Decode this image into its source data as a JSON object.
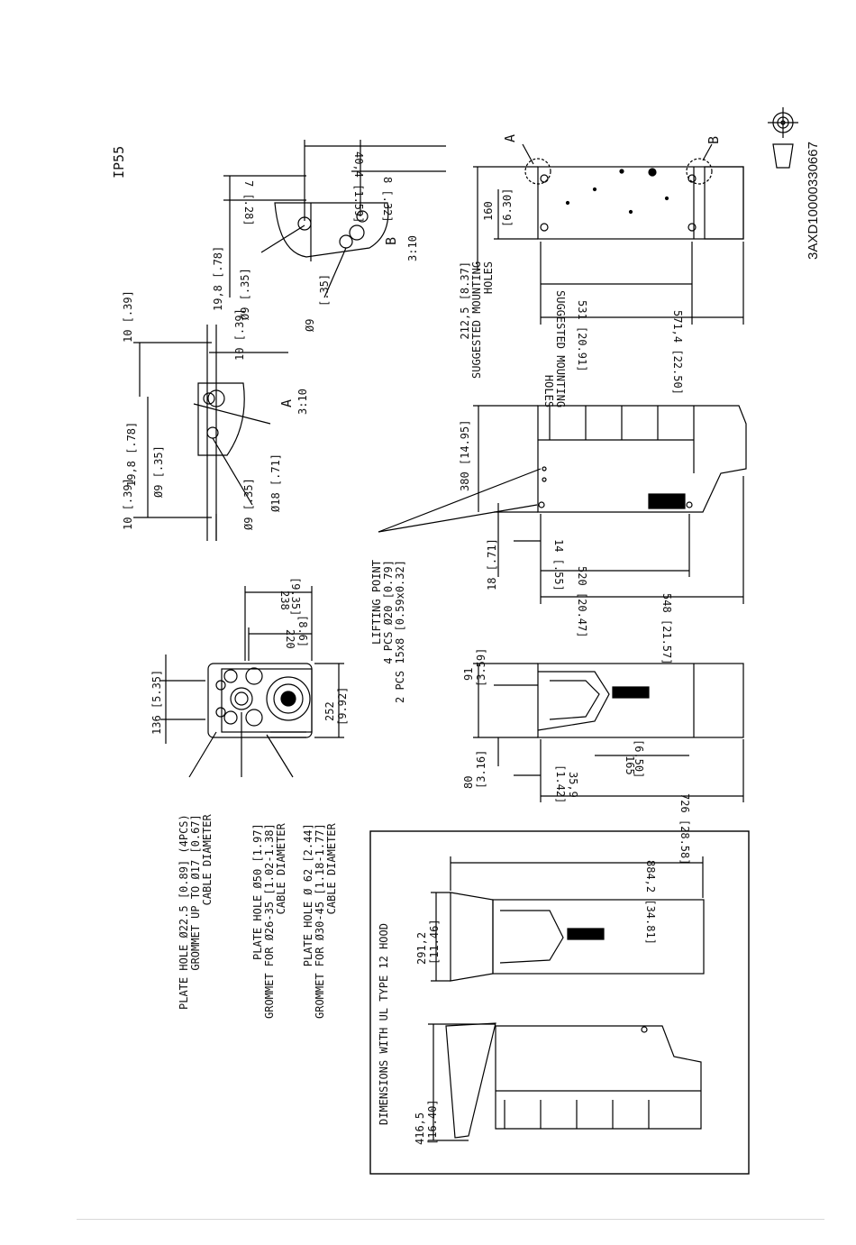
{
  "protection": "IP55",
  "doc_id": "3AXD10000330667",
  "detail_a": {
    "letter": "A",
    "scale": "3:10"
  },
  "detail_b": {
    "letter": "B",
    "scale": "3:10"
  },
  "dims": {
    "d136": "136 [5.35]",
    "d252": "252",
    "d252in": "[9.92]",
    "d220": "220",
    "d220in": "[8.6]",
    "d238": "238",
    "d238in": "[9.35]",
    "a10a": "10 [.39]",
    "a10b": "10 [.39]",
    "a10c": "10 [.39]",
    "a198": "19,8 [.78]",
    "a9a": "Ø9 [.35]",
    "a9b": "Ø9 [.35]",
    "a18": "Ø18 [.71]",
    "b198": "19,8 [.78]",
    "b9a": "Ø9 [.35]",
    "b9b": "Ø9",
    "b9bin": "[.35]",
    "b7": "7 [.28]",
    "b8": "8 [.32]",
    "b404": "40,4 [1.59]",
    "s91": "91",
    "s91in": "[3.59]",
    "s80": "80",
    "s80in": "[3.16]",
    "s359": "35,9",
    "s359in": "[1.42]",
    "s165": "165",
    "s165in": "[6.50]",
    "s726": "726 [28.58]",
    "m18": "18 [.71]",
    "m380": "380 [14.95]",
    "m14": "14 [.55]",
    "m520": "520 [20.47]",
    "m548": "548 [21.57]",
    "t2125": "212,5 [8.37]",
    "t160": "160",
    "t160in": "[6.30]",
    "t531": "531 [20.91]",
    "t5714": "571,4 [22.50]",
    "h2912": "291,2",
    "h2912in": "[11.46]",
    "h8842": "884,2 [34.81]",
    "h4165": "416,5",
    "h4165in": "[16.40]"
  },
  "notes": {
    "plate1": "PLATE HOLE Ø22.5 [0.89] (4PCS)\nGROMMET UP TO Ø17 [0.67]\nCABLE DIAMETER",
    "plate2": "PLATE HOLE Ø50 [1.97]\nGROMMET FOR Ø26-35 [1.02-1.38]\nCABLE DIAMETER",
    "plate3": "PLATE HOLE Ø 62 [2.44]\nGROMMET FOR Ø30-45 [1.18-1.77]\nCABLE DIAMETER",
    "lifting": "LIFTING POINT\n4 PCS Ø20 [0.79]\n2 PCS 15x8 [0.59x0.32]",
    "mounting_rot": "212,5 [8.37]\nSUGGESTED MOUNTING\nHOLES",
    "mounting_flip": "SUGGESTED MOUNTING\nHOLES",
    "hood_title": "DIMENSIONS WITH UL TYPE 12 HOOD"
  }
}
